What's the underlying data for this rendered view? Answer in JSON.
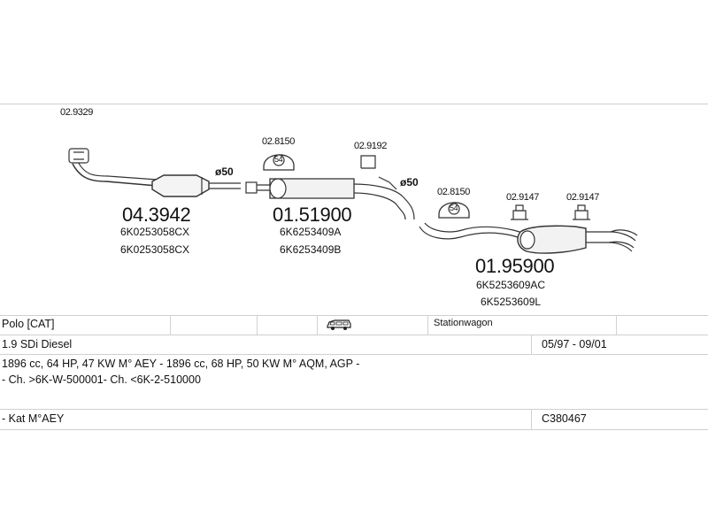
{
  "parts": [
    {
      "number": "04.3942",
      "oem": [
        "6K0253058CX",
        "6K0253058CX"
      ]
    },
    {
      "number": "01.51900",
      "oem": [
        "6K6253409A",
        "6K6253409B"
      ]
    },
    {
      "number": "01.95900",
      "oem": [
        "6K5253609AC",
        "6K5253609L"
      ]
    }
  ],
  "accessories": {
    "gasket_1": "02.9329",
    "hanger_1": "02.8150",
    "hanger_badge_1": "54",
    "clamp_1": "02.9192",
    "hanger_2": "02.8150",
    "hanger_badge_2": "54",
    "mount_1": "02.9147",
    "mount_2": "02.9147"
  },
  "diameters": {
    "d1": "ø50",
    "d2": "ø50"
  },
  "vehicle": {
    "model": "Polo  [CAT]",
    "body_type": "Stationwagon",
    "engine": "1.9 SDi Diesel",
    "years": "05/97 - 09/01",
    "engine_details": "1896 cc, 64 HP, 47 KW M° AEY - 1896 cc, 68 HP, 50 KW M° AQM, AGP -",
    "chassis": "- Ch. >6K-W-500001- Ch. <6K-2-510000",
    "note": "- Kat M°AEY",
    "code": "C380467"
  },
  "icons": {
    "body": "station-wagon-icon"
  }
}
